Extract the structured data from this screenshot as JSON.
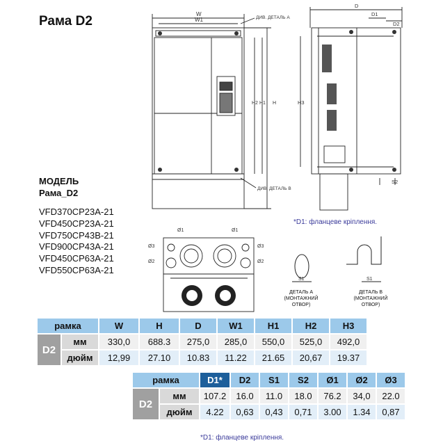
{
  "title": "Рама D2",
  "model": {
    "heading": "МОДЕЛЬ",
    "frame": "Рама_D2",
    "items": [
      "VFD370CP23A-21",
      "VFD450CP23A-21",
      "VFD750CP43B-21",
      "VFD900CP43A-21",
      "VFD450CP63A-21",
      "VFD550CP63A-21"
    ]
  },
  "drawing_labels": {
    "w": "W",
    "w1": "W1",
    "h": "H",
    "h1": "H1",
    "h2": "H2",
    "h3": "H3",
    "d": "D",
    "d1": "D1",
    "d2": "D2",
    "s2": "S2",
    "s1": "S1",
    "detail_a_ref": "ДИВ. ДЕТАЛЬ А",
    "detail_b_ref": "ДИВ. ДЕТАЛЬ В",
    "phi1": "Ø1",
    "phi2": "Ø2",
    "phi3": "Ø3"
  },
  "detail_a": {
    "line1": "ДЕТАЛЬ А",
    "line2": "(МОНТАЖНИЙ",
    "line3": "ОТВОР)"
  },
  "detail_b": {
    "line1": "ДЕТАЛЬ В",
    "line2": "(МОНТАЖНИЙ",
    "line3": "ОТВОР)"
  },
  "note_top": "*D1: фланцеве кріплення.",
  "note_bottom": "*D1: фланцеве кріплення.",
  "table1": {
    "corner": "рамка",
    "headers": [
      "W",
      "H",
      "D",
      "W1",
      "H1",
      "H2",
      "H3"
    ],
    "group": "D2",
    "rows": [
      {
        "unit": "мм",
        "values": [
          "330,0",
          "688.3",
          "275,0",
          "285,0",
          "550,0",
          "525,0",
          "492,0"
        ]
      },
      {
        "unit": "дюйм",
        "values": [
          "12,99",
          "27.10",
          "10.83",
          "11.22",
          "21.65",
          "20,67",
          "19.37"
        ]
      }
    ]
  },
  "table2": {
    "corner": "рамка",
    "headers": [
      "D1*",
      "D2",
      "S1",
      "S2",
      "Ø1",
      "Ø2",
      "Ø3"
    ],
    "group": "D2",
    "rows": [
      {
        "unit": "мм",
        "values": [
          "107.2",
          "16.0",
          "11.0",
          "18.0",
          "76.2",
          "34,0",
          "22.0"
        ]
      },
      {
        "unit": "дюйм",
        "values": [
          "4.22",
          "0,63",
          "0,43",
          "0,71",
          "3.00",
          "1.34",
          "0,87"
        ]
      }
    ]
  }
}
